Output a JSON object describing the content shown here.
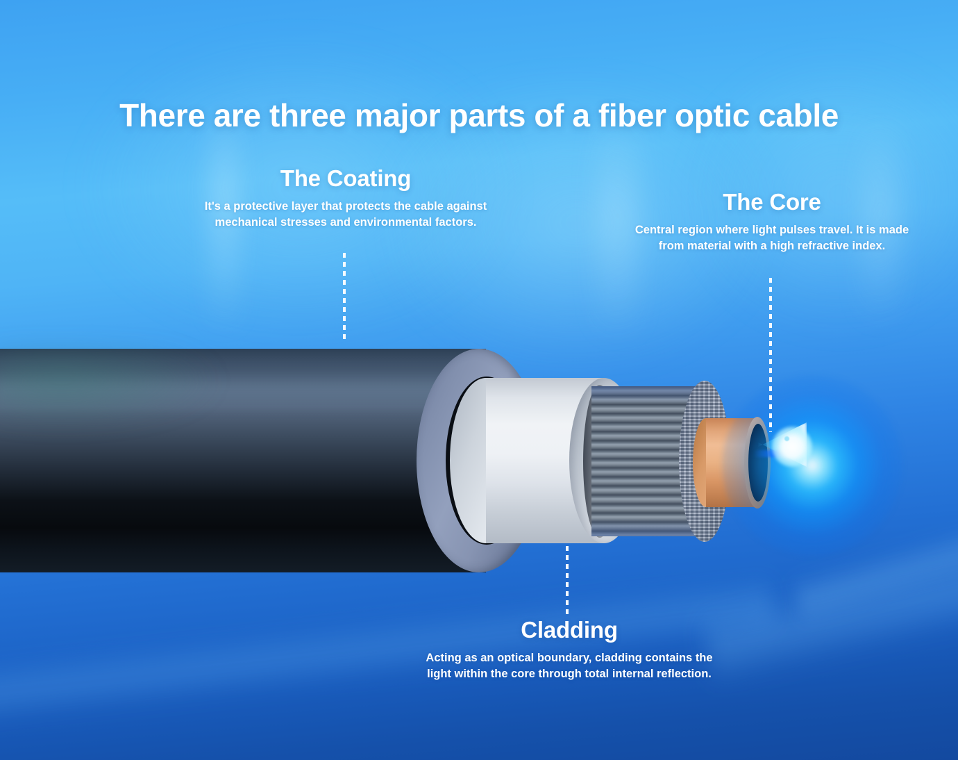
{
  "title": "There are three major parts of a fiber optic cable",
  "callouts": [
    {
      "id": "coating",
      "heading": "The Coating",
      "body": "It's a protective layer that protects the cable against mechanical stresses and environmental factors."
    },
    {
      "id": "core",
      "heading": "The Core",
      "body": "Central region where light pulses travel. It is made from material with a high refractive index."
    },
    {
      "id": "cladding",
      "heading": "Cladding",
      "body": "Acting as an optical boundary, cladding contains the light within the core through total internal reflection."
    }
  ],
  "colors": {
    "background_top": "#3ea2f2",
    "background_bottom": "#13499f",
    "text": "#ffffff",
    "jacket_dark": "#070a0e",
    "jacket_face": "#8290ae",
    "cladding": "#f0f3f6",
    "strands": "#7c8895",
    "core_coating": "#e1a579",
    "light_glow": "#28beff",
    "light_hot": "#ffffff"
  },
  "diagram": {
    "name": "fiber-optic-cable-cutaway",
    "layers": [
      "outer jacket",
      "coating",
      "strand bundle",
      "cladding",
      "core"
    ]
  }
}
